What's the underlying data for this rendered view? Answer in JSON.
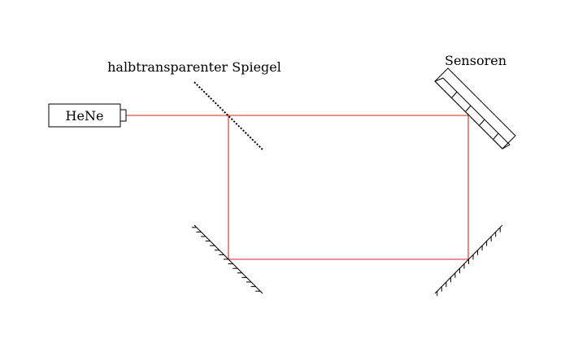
{
  "diagram": {
    "laser_label": "HeNe",
    "splitter_label": "halbtransparenter Spiegel",
    "sensor_label": "Sensoren",
    "beam_color": "#d62728",
    "line_color": "#000000"
  }
}
